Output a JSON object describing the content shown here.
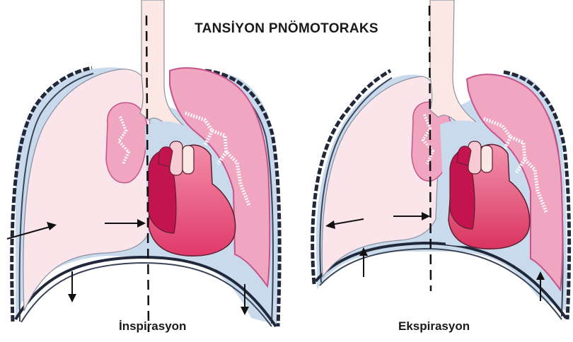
{
  "title": "TANSİYON PNÖMOTORAKS",
  "panels": [
    {
      "label": "İnspirasyon"
    },
    {
      "label": "Ekspirasyon"
    }
  ],
  "colors": {
    "collapsed_lung": "#fae6ea",
    "normal_lung": "#f0a6c0",
    "lung_dark_edge": "#c5548a",
    "pleural_space": "#c8daec",
    "chest_wall": "#20283a",
    "heart": "#e03a6a",
    "heart_dark": "#c41450",
    "trachea": "#fbe8e4"
  }
}
